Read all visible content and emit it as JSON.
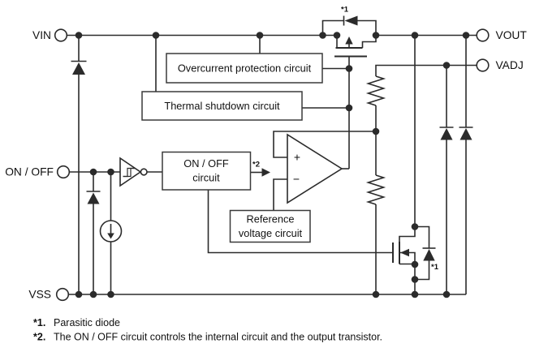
{
  "diagram": {
    "pins": {
      "vin": "VIN",
      "vout": "VOUT",
      "vadj": "VADJ",
      "on_off": "ON / OFF",
      "vss": "VSS"
    },
    "blocks": {
      "overcurrent": "Overcurrent protection circuit",
      "thermal": "Thermal shutdown circuit",
      "on_off_l1": "ON / OFF",
      "on_off_l2": "circuit",
      "reference_l1": "Reference",
      "reference_l2": "voltage circuit"
    },
    "opamp": {
      "plus": "+",
      "minus": "−"
    },
    "labels": {
      "star1": "*1",
      "star2": "*2"
    },
    "notes": {
      "n1_ref": "*1.",
      "n1_text": "Parasitic diode",
      "n2_ref": "*2.",
      "n2_text": "The ON / OFF circuit controls the internal circuit and the output transistor."
    },
    "colors": {
      "line": "#2b2b2b",
      "text": "#111111",
      "background": "#ffffff"
    }
  }
}
